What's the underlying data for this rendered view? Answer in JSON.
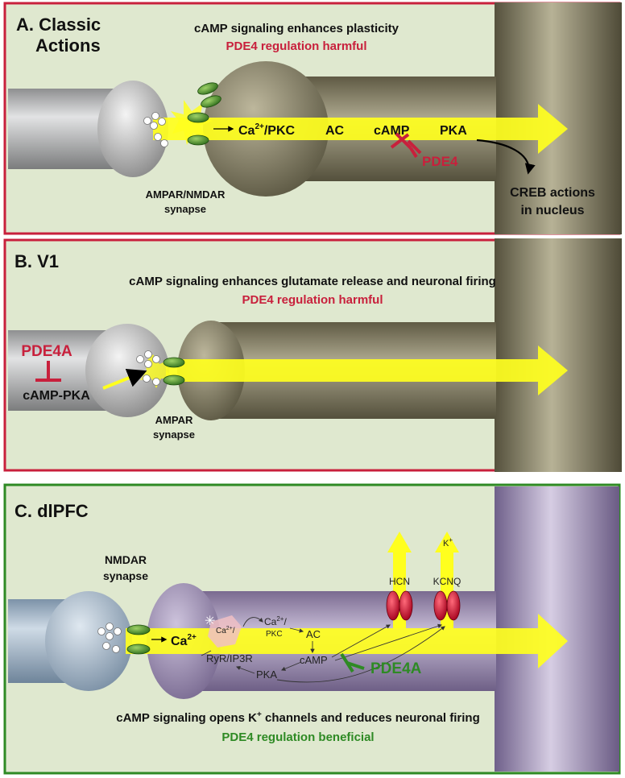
{
  "panels": {
    "a": {
      "title_line1": "A. Classic",
      "title_line2": "Actions",
      "subtitle": "cAMP signaling enhances plasticity",
      "regulation": "PDE4 regulation harmful",
      "labels": {
        "ca": "Ca",
        "ca_sup": "2+",
        "pkc": "/PKC",
        "ac": "AC",
        "camp": "cAMP",
        "pka": "PKA",
        "pde4": "PDE4",
        "synapse_line1": "AMPAR/NMDAR",
        "synapse_line2": "synapse",
        "creb_line1": "CREB actions",
        "creb_line2": "in nucleus"
      }
    },
    "b": {
      "title": "B.  V1",
      "subtitle": "cAMP signaling enhances glutamate release and neuronal firing",
      "regulation": "PDE4 regulation harmful",
      "labels": {
        "pde4a": "PDE4A",
        "camp_pka": "cAMP-PKA",
        "synapse_line1": "AMPAR",
        "synapse_line2": "synapse"
      }
    },
    "c": {
      "title": "C.  dlPFC",
      "subtitle_pre": "cAMP signaling opens K",
      "subtitle_sup": "+",
      "subtitle_post": " channels and reduces neuronal firing",
      "regulation": "PDE4 regulation beneficial",
      "labels": {
        "synapse_line1": "NMDAR",
        "synapse_line2": "synapse",
        "ca": "Ca",
        "ca_sup": "2+",
        "ca_small": "Ca",
        "ca_small_sup": "2+",
        "ca_small_slash": "/",
        "ca_pkc": "Ca",
        "ca_pkc_sup": "2+",
        "pkc": "PKC",
        "ac": "AC",
        "ryr": "RyR/IP3R",
        "camp": "cAMP",
        "pka": "PKA",
        "pde4a": "PDE4A",
        "hcn": "HCN",
        "kcnq": "KCNQ",
        "k": "K",
        "k_sup": "+"
      }
    }
  },
  "colors": {
    "harmful_red": "#c8203c",
    "beneficial_green": "#2e8a24",
    "signal_yellow": "#ffff1e",
    "panel_bg": "#dfe8cf"
  }
}
